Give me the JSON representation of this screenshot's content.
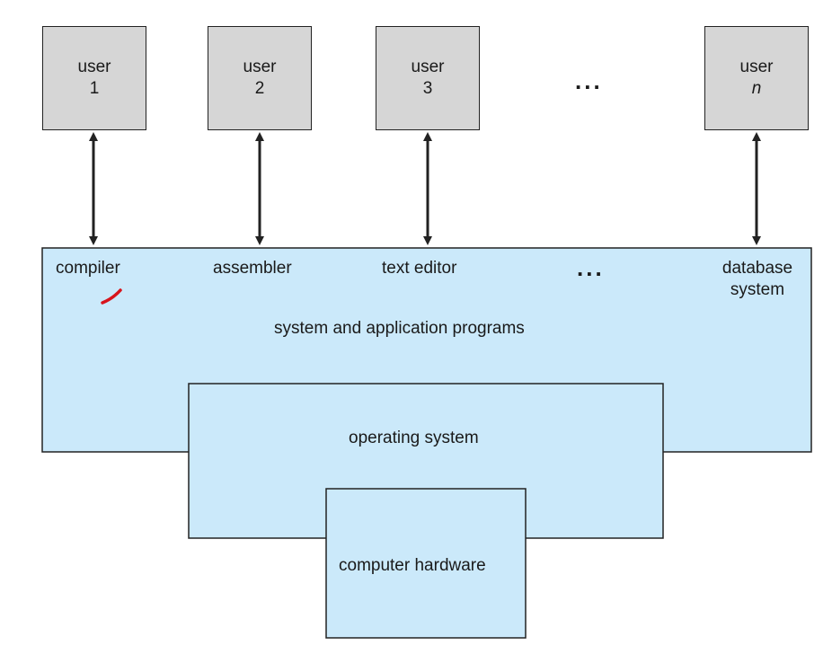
{
  "users": [
    {
      "label": "user",
      "num": "1",
      "italic": false
    },
    {
      "label": "user",
      "num": "2",
      "italic": false
    },
    {
      "label": "user",
      "num": "3",
      "italic": false
    },
    {
      "label": "user",
      "num": "n",
      "italic": true
    }
  ],
  "users_ellipsis": "...",
  "programs": {
    "compiler": "compiler",
    "assembler": "assembler",
    "text_editor": "text editor",
    "ellipsis": "...",
    "database_line1": "database",
    "database_line2": "system"
  },
  "layers": {
    "programs_layer": "system and application programs",
    "os_layer": "operating system",
    "hardware_layer": "computer hardware"
  },
  "colors": {
    "layer_fill": "#cbe9fa",
    "user_fill": "#d6d6d6",
    "stroke": "#222222",
    "annotation": "#d8141c"
  }
}
